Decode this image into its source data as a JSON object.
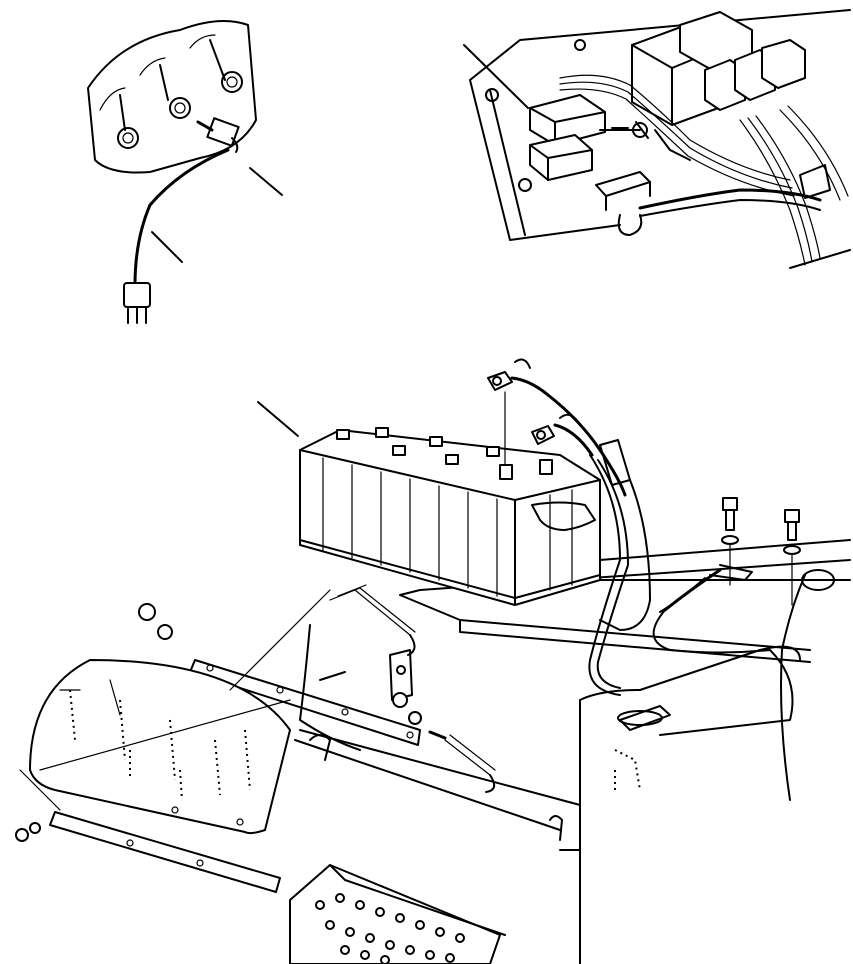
{
  "figure": {
    "ink_color": "#000000",
    "paper_color": "#ffffff",
    "detail_views": [
      "temperature-sensor-detail",
      "relay-panel-detail",
      "battery-assembly"
    ]
  }
}
